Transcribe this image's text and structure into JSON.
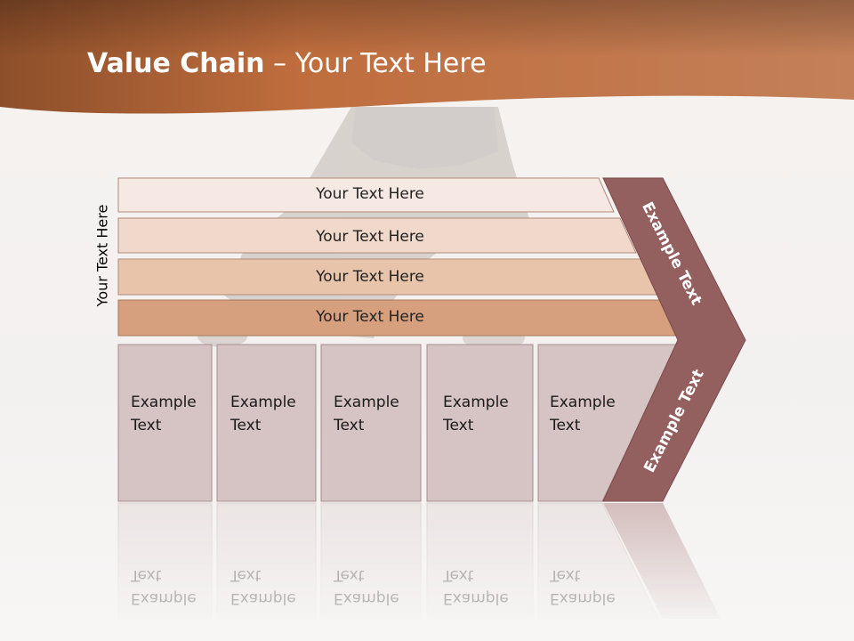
{
  "header": {
    "title_bold": "Value Chain",
    "title_rest": " – Your Text Here"
  },
  "side_label": "Your Text Here",
  "rows": [
    {
      "label": "Your Text Here",
      "color": "#f6e9e4"
    },
    {
      "label": "Your Text Here",
      "color": "#f0d8ca"
    },
    {
      "label": "Your Text Here",
      "color": "#e8c4aa"
    },
    {
      "label": "Your Text Here",
      "color": "#d6a07e"
    }
  ],
  "cells": [
    {
      "line1": "Example",
      "line2": "Text"
    },
    {
      "line1": "Example",
      "line2": "Text"
    },
    {
      "line1": "Example",
      "line2": "Text"
    },
    {
      "line1": "Example",
      "line2": "Text"
    },
    {
      "line1": "Example",
      "line2": "Text"
    }
  ],
  "arrow": {
    "upper_label": "Example Text",
    "lower_label": "Example Text",
    "color": "#94605f"
  },
  "colors": {
    "header_brown": "#b8693a",
    "cell_fill": "#d6c3c4",
    "cell_border": "#a88d8e"
  }
}
